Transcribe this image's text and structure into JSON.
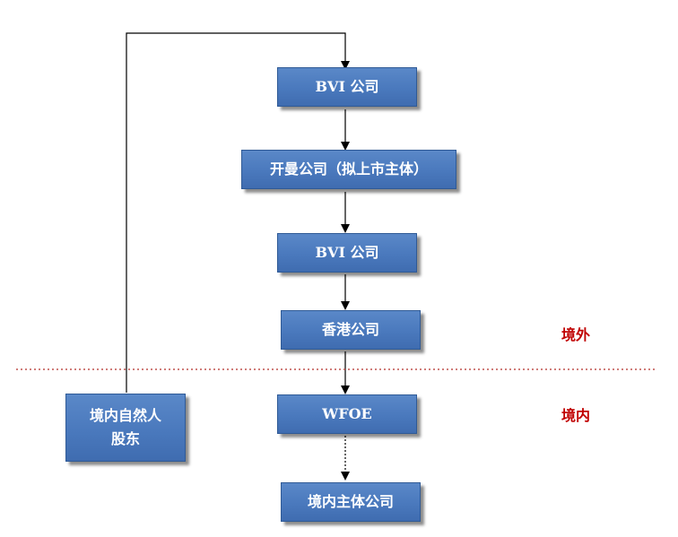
{
  "nodes": {
    "bvi_top": "BVI 公司",
    "cayman": "开曼公司（拟上市主体）",
    "bvi_mid": "BVI 公司",
    "hk": "香港公司",
    "wfoe": "WFOE",
    "domestic_entity": "境内主体公司",
    "shareholder_line1": "境内自然人",
    "shareholder_line2": "股东"
  },
  "regions": {
    "offshore": "境外",
    "onshore": "境内"
  },
  "colors": {
    "box_fill": "#4a79bd",
    "box_text": "#ffffff",
    "region_text": "#c00000",
    "border_line": "#c0504d"
  }
}
